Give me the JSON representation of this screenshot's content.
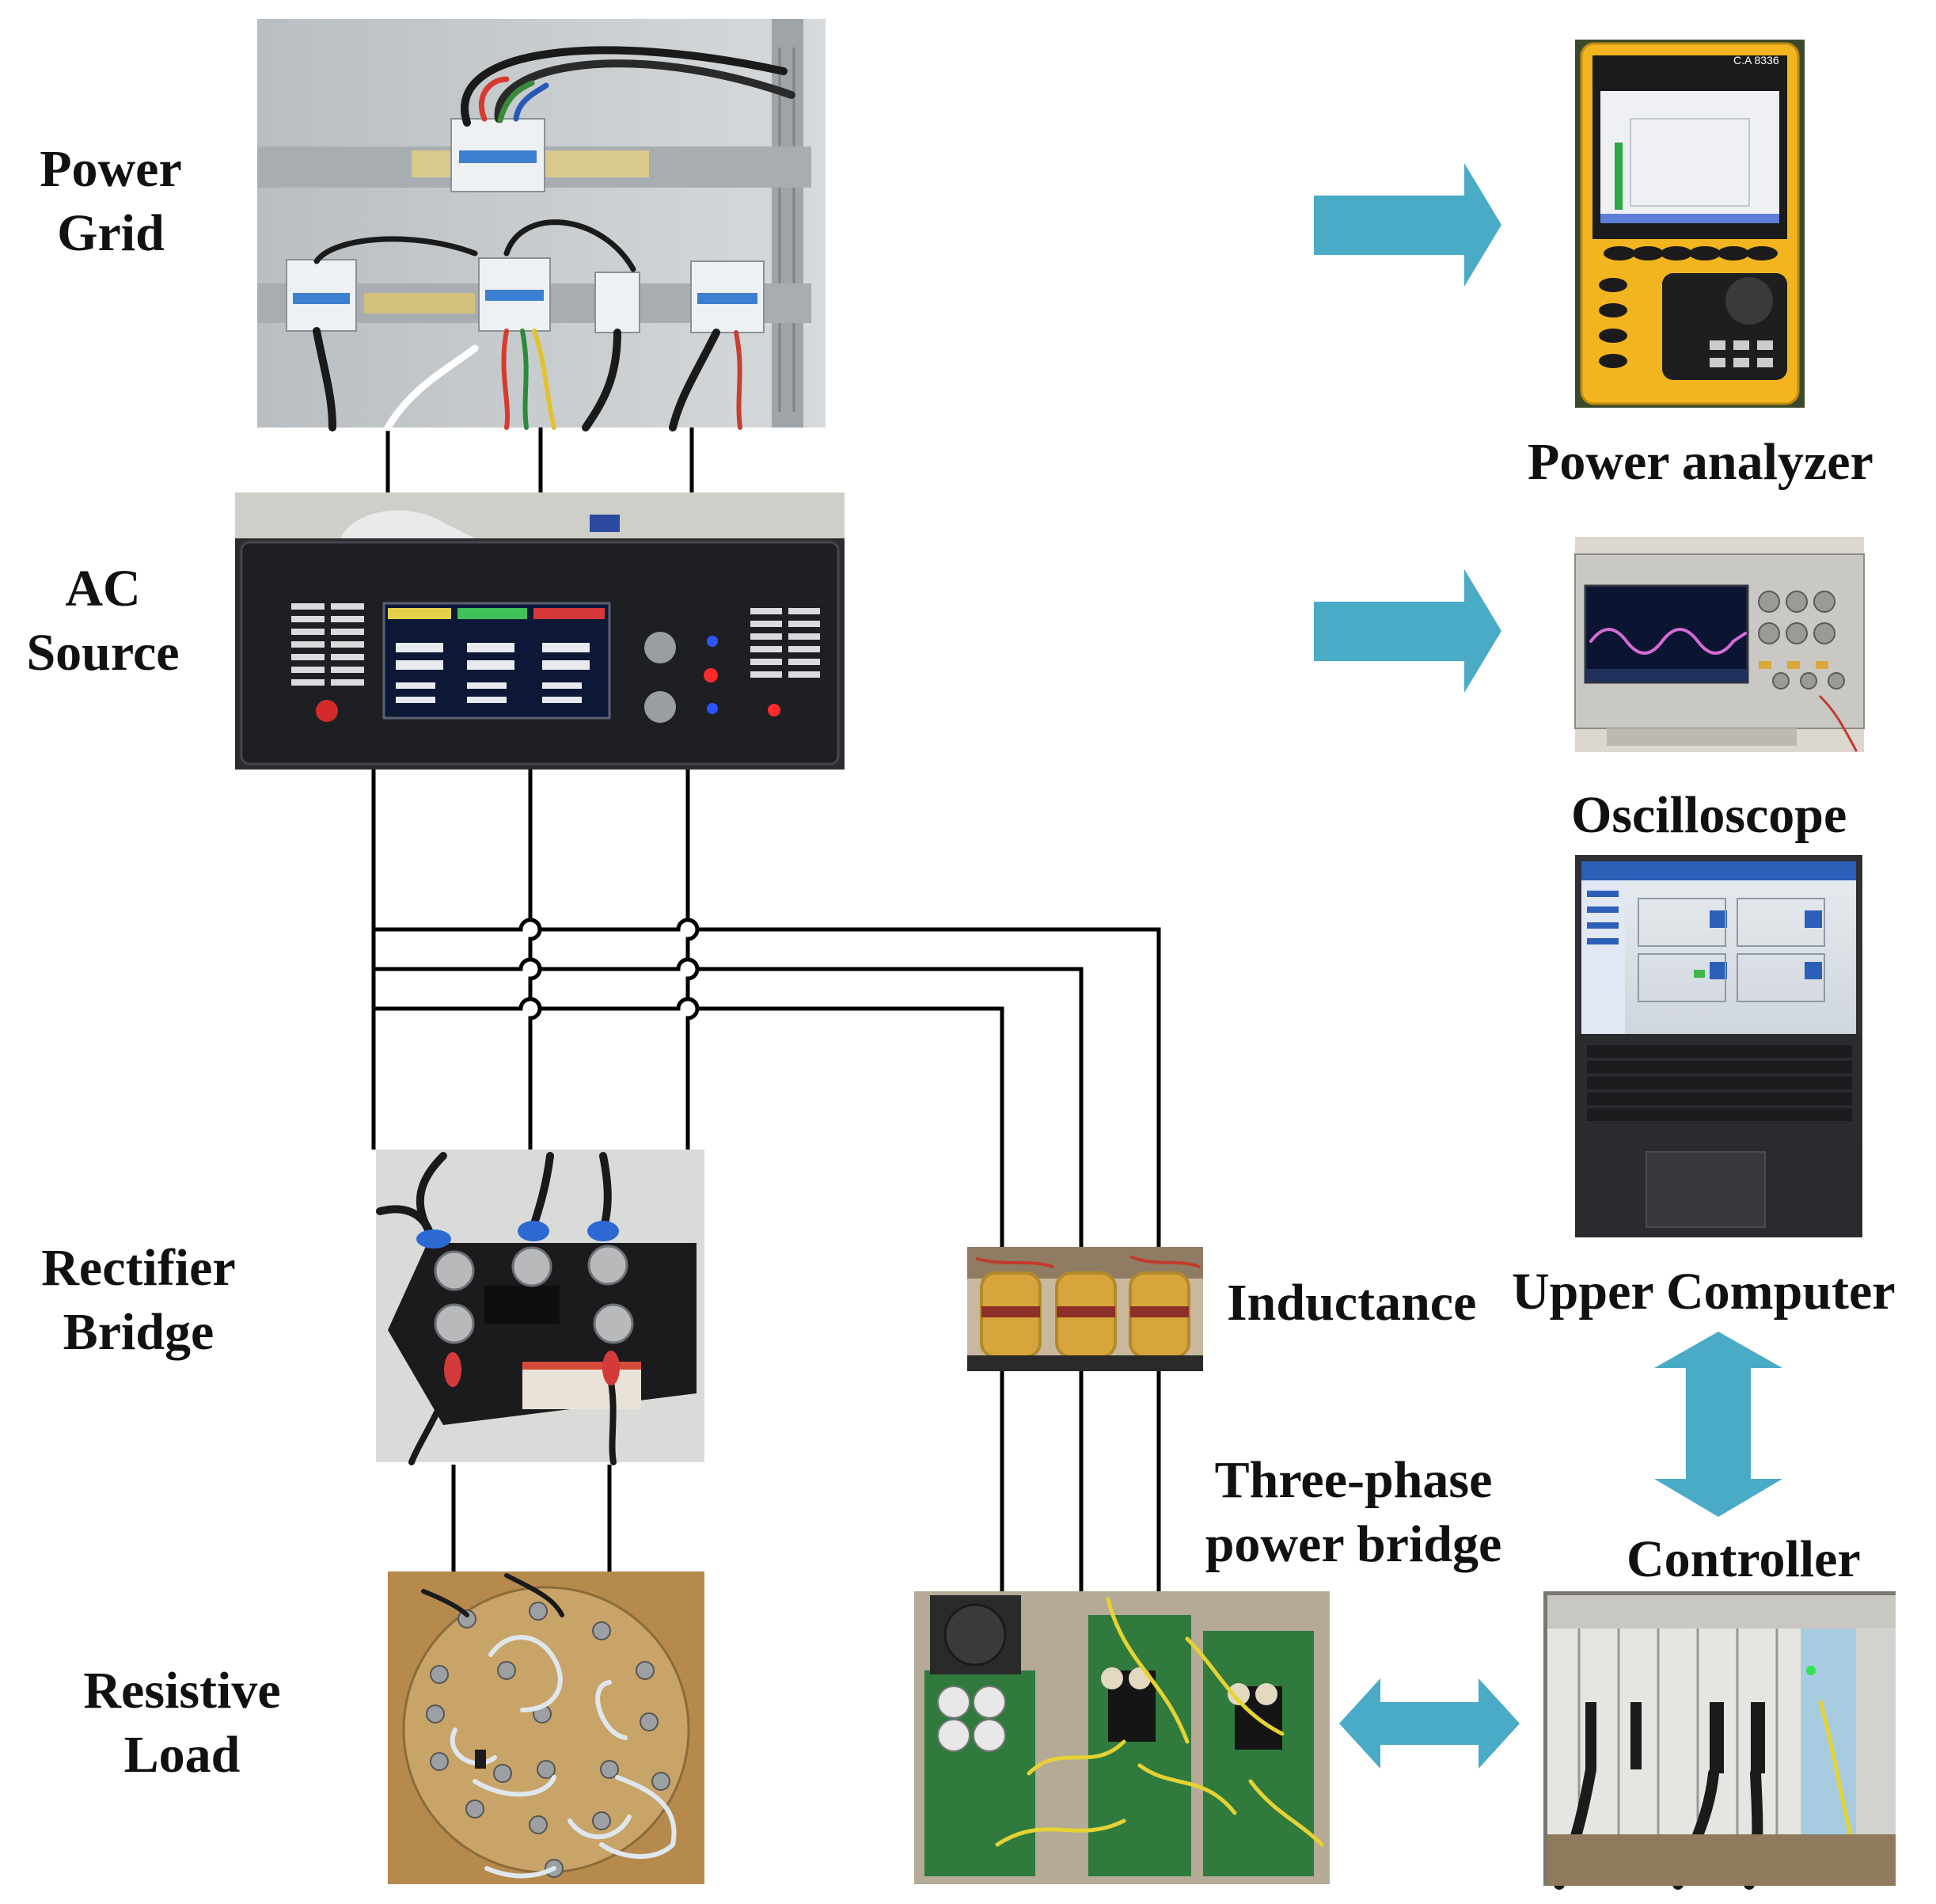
{
  "labels": {
    "power_grid": [
      "Power",
      "Grid"
    ],
    "ac_source": [
      "AC",
      "Source"
    ],
    "rectifier_bridge": [
      "Rectifier",
      "Bridge"
    ],
    "resistive_load": [
      "Resistive",
      "Load"
    ],
    "inductance": "Inductance",
    "three_phase_power_bridge": [
      "Three-phase",
      "power bridge"
    ],
    "controller": "Controller",
    "upper_computer": "Upper Computer",
    "oscilloscope": "Oscilloscope",
    "power_analyzer": "Power analyzer"
  },
  "device_readouts": {
    "power_analyzer_model": "C.A 8336"
  },
  "colors": {
    "arrow": "#4aabc7",
    "wire": "#000000",
    "label": "#111111",
    "analyzer_case": "#f2b51f",
    "pcb_green": "#2f7a3c",
    "wood": "#b58a4c"
  }
}
